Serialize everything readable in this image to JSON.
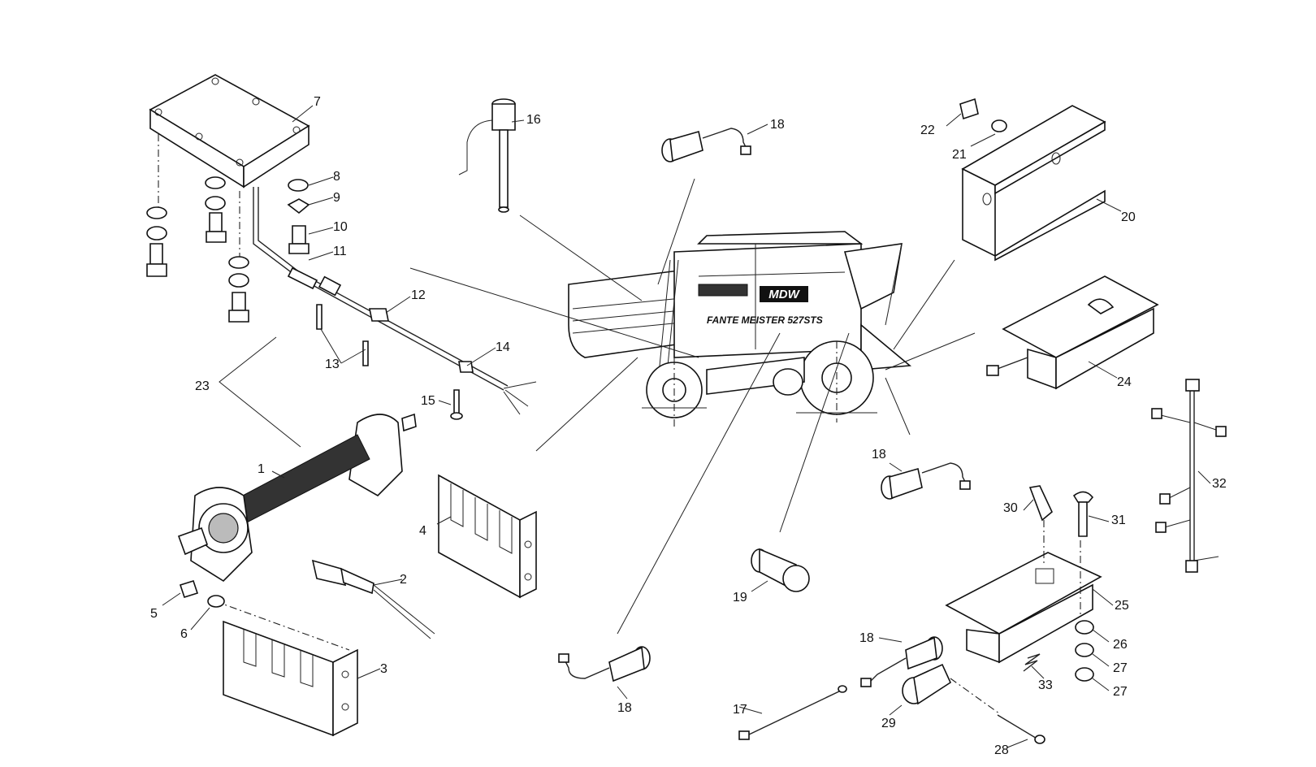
{
  "diagram": {
    "machine": {
      "brand_badge": "MDW",
      "model_badge": "FANTE MEISTER 527STS"
    },
    "part_numbers": [
      "1",
      "2",
      "3",
      "4",
      "5",
      "6",
      "7",
      "8",
      "9",
      "10",
      "11",
      "12",
      "13",
      "14",
      "15",
      "16",
      "17",
      "18",
      "19",
      "20",
      "21",
      "22",
      "23",
      "24",
      "25",
      "26",
      "27",
      "28",
      "29",
      "30",
      "31",
      "32",
      "33"
    ],
    "callouts": [
      {
        "id": "c1",
        "text": "1"
      },
      {
        "id": "c2",
        "text": "2"
      },
      {
        "id": "c3",
        "text": "3"
      },
      {
        "id": "c4",
        "text": "4"
      },
      {
        "id": "c5",
        "text": "5"
      },
      {
        "id": "c6",
        "text": "6"
      },
      {
        "id": "c7",
        "text": "7"
      },
      {
        "id": "c8",
        "text": "8"
      },
      {
        "id": "c9",
        "text": "9"
      },
      {
        "id": "c10",
        "text": "10"
      },
      {
        "id": "c11",
        "text": "11"
      },
      {
        "id": "c12",
        "text": "12"
      },
      {
        "id": "c13",
        "text": "13"
      },
      {
        "id": "c14",
        "text": "14"
      },
      {
        "id": "c15",
        "text": "15"
      },
      {
        "id": "c16",
        "text": "16"
      },
      {
        "id": "c17",
        "text": "17"
      },
      {
        "id": "c18a",
        "text": "18"
      },
      {
        "id": "c18b",
        "text": "18"
      },
      {
        "id": "c18c",
        "text": "18"
      },
      {
        "id": "c18d",
        "text": "18"
      },
      {
        "id": "c19",
        "text": "19"
      },
      {
        "id": "c20",
        "text": "20"
      },
      {
        "id": "c21",
        "text": "21"
      },
      {
        "id": "c22",
        "text": "22"
      },
      {
        "id": "c23",
        "text": "23"
      },
      {
        "id": "c24",
        "text": "24"
      },
      {
        "id": "c25",
        "text": "25"
      },
      {
        "id": "c26",
        "text": "26"
      },
      {
        "id": "c27a",
        "text": "27"
      },
      {
        "id": "c27b",
        "text": "27"
      },
      {
        "id": "c28",
        "text": "28"
      },
      {
        "id": "c29",
        "text": "29"
      },
      {
        "id": "c30",
        "text": "30"
      },
      {
        "id": "c31",
        "text": "31"
      },
      {
        "id": "c32",
        "text": "32"
      },
      {
        "id": "c33",
        "text": "33"
      }
    ]
  }
}
